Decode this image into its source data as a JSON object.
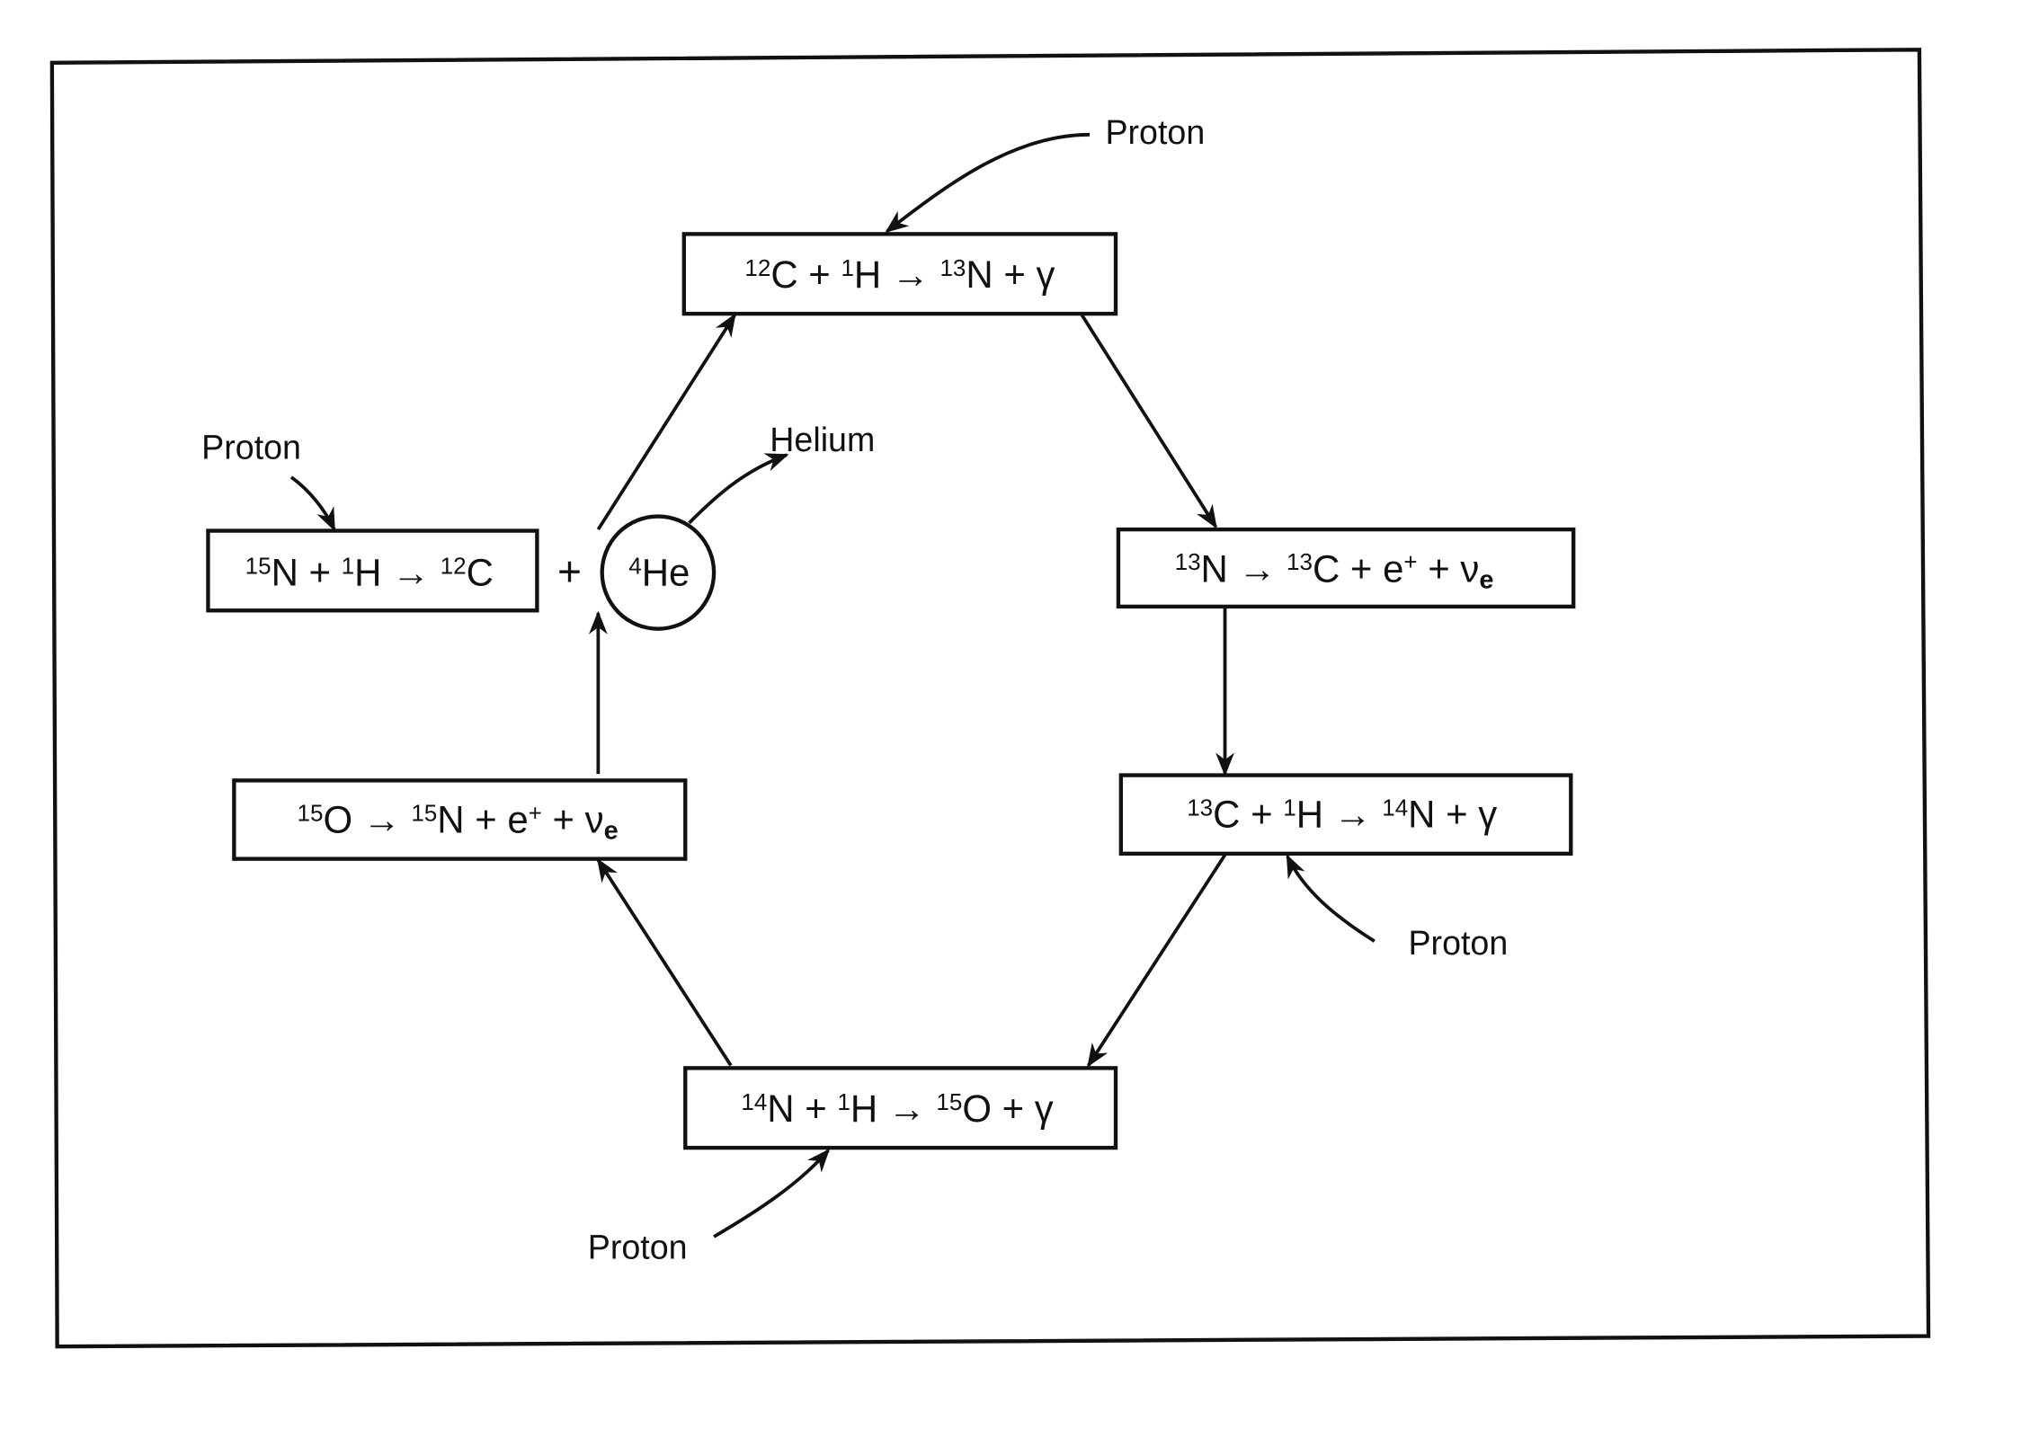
{
  "labels": {
    "proton_top": "Proton",
    "proton_left": "Proton",
    "proton_right": "Proton",
    "proton_bottom": "Proton",
    "helium": "Helium",
    "plus": "+"
  },
  "helium_nucleus": [
    [
      "sup",
      "4"
    ],
    [
      "n",
      "He"
    ]
  ],
  "reactions": [
    {
      "id": "c12-capture",
      "segments": [
        [
          "sup",
          "12"
        ],
        [
          "n",
          "C + "
        ],
        [
          "sup",
          "1"
        ],
        [
          "n",
          "H → "
        ],
        [
          "sup",
          "13"
        ],
        [
          "n",
          "N + γ"
        ]
      ]
    },
    {
      "id": "n13-decay",
      "segments": [
        [
          "sup",
          "13"
        ],
        [
          "n",
          "N → "
        ],
        [
          "sup",
          "13"
        ],
        [
          "n",
          "C + e"
        ],
        [
          "sup",
          "+"
        ],
        [
          "n",
          " + ν"
        ],
        [
          "sub",
          "e"
        ]
      ]
    },
    {
      "id": "c13-capture",
      "segments": [
        [
          "sup",
          "13"
        ],
        [
          "n",
          "C + "
        ],
        [
          "sup",
          "1"
        ],
        [
          "n",
          "H → "
        ],
        [
          "sup",
          "14"
        ],
        [
          "n",
          "N + γ"
        ]
      ]
    },
    {
      "id": "n14-capture",
      "segments": [
        [
          "sup",
          "14"
        ],
        [
          "n",
          "N + "
        ],
        [
          "sup",
          "1"
        ],
        [
          "n",
          "H → "
        ],
        [
          "sup",
          "15"
        ],
        [
          "n",
          "O + γ"
        ]
      ]
    },
    {
      "id": "o15-decay",
      "segments": [
        [
          "sup",
          "15"
        ],
        [
          "n",
          "O → "
        ],
        [
          "sup",
          "15"
        ],
        [
          "n",
          "N + e"
        ],
        [
          "sup",
          "+"
        ],
        [
          "n",
          " + ν"
        ],
        [
          "sub",
          "e"
        ]
      ]
    },
    {
      "id": "n15-capture",
      "segments": [
        [
          "sup",
          "15"
        ],
        [
          "n",
          "N + "
        ],
        [
          "sup",
          "1"
        ],
        [
          "n",
          "H → "
        ],
        [
          "sup",
          "12"
        ],
        [
          "n",
          "C"
        ]
      ]
    }
  ]
}
